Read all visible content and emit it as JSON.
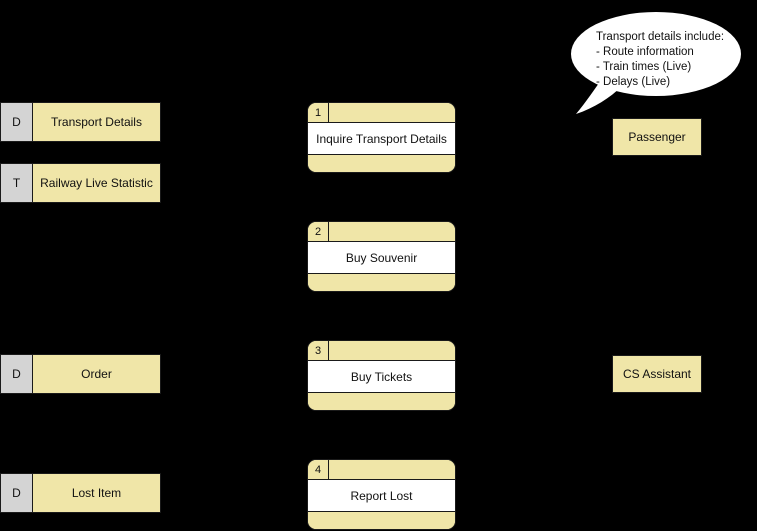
{
  "diagram": {
    "type": "data-flow-diagram",
    "background_color": "#000000",
    "shape_fill": "#f0e6a8",
    "datastore_key_fill": "#d4d4d4",
    "process_body_fill": "#ffffff",
    "stroke_color": "#1a1a1a",
    "text_color": "#111111"
  },
  "datastores": [
    {
      "key": "D",
      "label": "Transport Details"
    },
    {
      "key": "T",
      "label": "Railway Live Statistic"
    },
    {
      "key": "D",
      "label": "Order"
    },
    {
      "key": "D",
      "label": "Lost Item"
    }
  ],
  "processes": [
    {
      "number": "1",
      "label": "Inquire Transport Details"
    },
    {
      "number": "2",
      "label": "Buy Souvenir"
    },
    {
      "number": "3",
      "label": "Buy Tickets"
    },
    {
      "number": "4",
      "label": "Report Lost"
    }
  ],
  "entities": [
    {
      "label": "Passenger"
    },
    {
      "label": "CS Assistant"
    }
  ],
  "annotation": {
    "title": "Transport details include:",
    "lines": [
      "- Route information",
      "- Train times (Live)",
      "- Delays (Live)"
    ],
    "text": "Transport details include:\n- Route information\n- Train times (Live)\n- Delays (Live)"
  }
}
